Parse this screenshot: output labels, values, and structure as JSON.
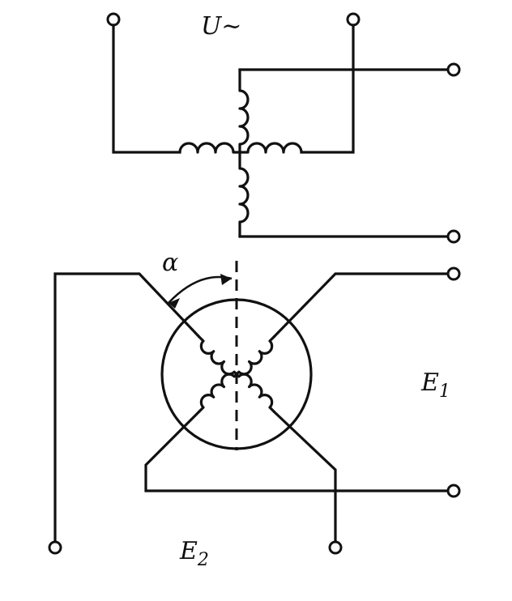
{
  "labels": {
    "supply": "U~",
    "angle": "α",
    "e1": "E",
    "e1_sub": "1",
    "e2": "E",
    "e2_sub": "2"
  },
  "colors": {
    "ink": "#111111",
    "paper": "#ffffff"
  }
}
